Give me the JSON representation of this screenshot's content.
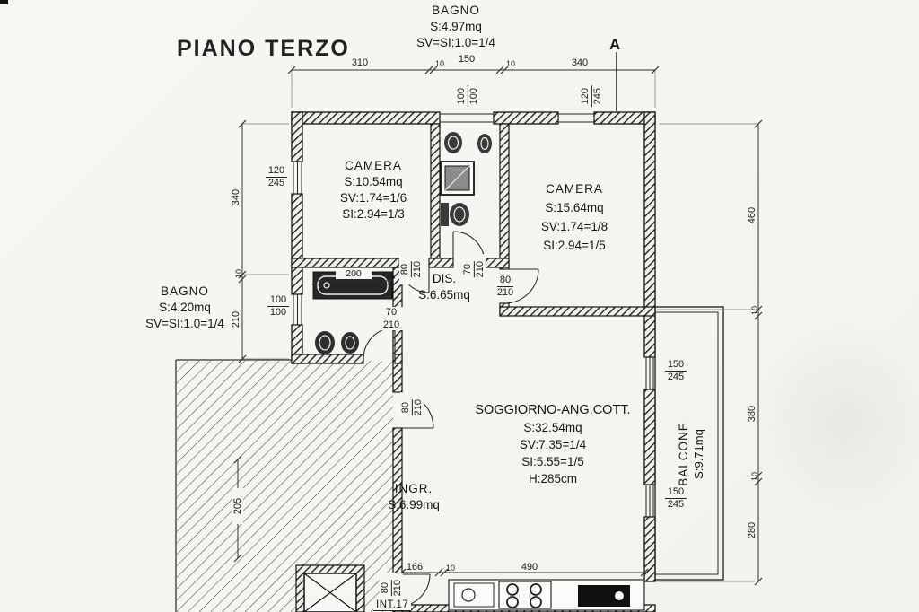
{
  "title": "PIANO TERZO",
  "section_marker": "A",
  "unit_label": "INT.17",
  "rooms": {
    "bagno_top": {
      "lines": [
        "BAGNO",
        "S:4.97mq",
        "SV=SI:1.0=1/4"
      ]
    },
    "camera_left": {
      "lines": [
        "CAMERA",
        "S:10.54mq",
        "SV:1.74=1/6",
        "SI:2.94=1/3"
      ]
    },
    "camera_right": {
      "lines": [
        "CAMERA",
        "S:15.64mq",
        "SV:1.74=1/8",
        "SI:2.94=1/5"
      ]
    },
    "dis": {
      "lines": [
        "DIS.",
        "S:6.65mq"
      ]
    },
    "bagno_left": {
      "lines": [
        "BAGNO",
        "S:4.20mq",
        "SV=SI:1.0=1/4"
      ]
    },
    "soggiorno": {
      "lines": [
        "SOGGIORNO-ANG.COTT.",
        "S:32.54mq",
        "SV:7.35=1/4",
        "SI:5.55=1/5",
        "H:285cm"
      ]
    },
    "ingresso": {
      "lines": [
        "INGR.",
        "S:6.99mq"
      ]
    },
    "balcone": {
      "lines": [
        "BALCONE",
        "S:9.71mq"
      ]
    }
  },
  "dims": {
    "top_310": "310",
    "top_10a": "10",
    "top_150": "150",
    "top_10b": "10",
    "top_340": "340",
    "left_340": "340",
    "left_10": "10",
    "left_210": "210",
    "right_460": "460",
    "right_10a": "10",
    "right_380": "380",
    "right_10b": "10",
    "right_280": "280",
    "bottom_166": "166",
    "bottom_10": "10",
    "bottom_490": "490",
    "tub_200": "200",
    "shaft_205": "205"
  },
  "fracs": {
    "win_left_top": {
      "num": "120",
      "den": "245"
    },
    "win_left_low": {
      "num": "100",
      "den": "100"
    },
    "win_top_center": {
      "num": "100",
      "den": "100"
    },
    "win_top_right": {
      "num": "120",
      "den": "245"
    },
    "balcony_door_top": {
      "num": "150",
      "den": "245"
    },
    "balcony_door_low": {
      "num": "150",
      "den": "245"
    },
    "door_camera_left": {
      "num": "80",
      "den": "210"
    },
    "door_bagno_top": {
      "num": "70",
      "den": "210"
    },
    "door_camera_right": {
      "num": "80",
      "den": "210"
    },
    "door_bagno_left": {
      "num": "70",
      "den": "210"
    },
    "door_ingresso": {
      "num": "80",
      "den": "210"
    },
    "door_bottom": {
      "num": "80",
      "den": "210"
    }
  }
}
